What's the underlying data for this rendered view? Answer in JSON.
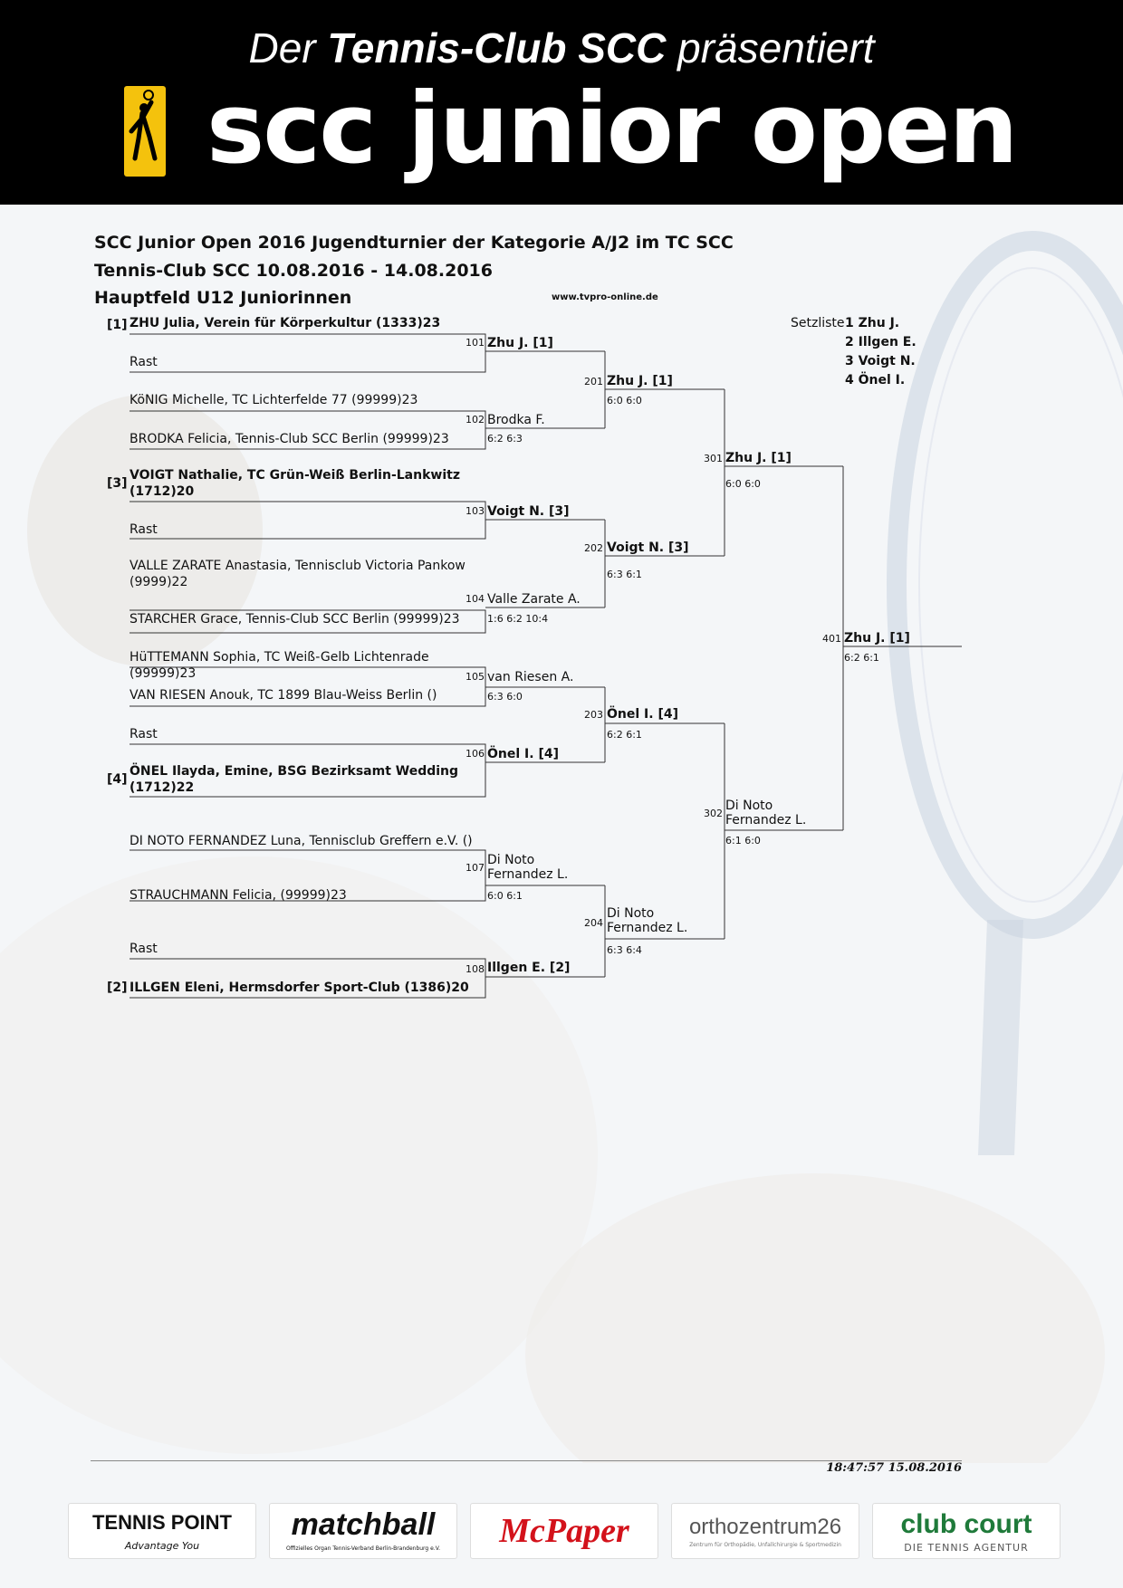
{
  "banner": {
    "subtitle_pre": "Der",
    "subtitle_em": "Tennis-Club SCC",
    "subtitle_post": "präsentiert",
    "title": "scc junior open",
    "logo_color": "#f4c20d"
  },
  "header": {
    "line1": "SCC Junior Open 2016 Jugendturnier der Kategorie A/J2 im TC SCC",
    "line2": "Tennis-Club SCC 10.08.2016 - 14.08.2016",
    "line3": "Hauptfeld U12 Juniorinnen",
    "website": "www.tvpro-online.de"
  },
  "seedlist": {
    "label": "Setzliste",
    "entries": [
      "1 Zhu J.",
      "2 Illgen E.",
      "3 Voigt N.",
      "4 Önel I."
    ]
  },
  "players": [
    {
      "seed": "[1]",
      "name": "ZHU Julia, Verein für Körperkultur (1333)23",
      "bold": true
    },
    {
      "seed": "",
      "name": "Rast",
      "bold": false
    },
    {
      "seed": "",
      "name": "KöNIG Michelle, TC Lichterfelde 77 (99999)23",
      "bold": false
    },
    {
      "seed": "",
      "name": "BRODKA Felicia, Tennis-Club SCC Berlin (99999)23",
      "bold": false
    },
    {
      "seed": "[3]",
      "name": "VOIGT Nathalie, TC Grün-Weiß Berlin-Lankwitz (1712)20",
      "bold": true
    },
    {
      "seed": "",
      "name": "Rast",
      "bold": false
    },
    {
      "seed": "",
      "name": "VALLE ZARATE Anastasia, Tennisclub Victoria Pankow (9999)22",
      "bold": false
    },
    {
      "seed": "",
      "name": "STARCHER Grace, Tennis-Club SCC Berlin (99999)23",
      "bold": false
    },
    {
      "seed": "",
      "name": "HüTTEMANN Sophia, TC Weiß-Gelb Lichtenrade (99999)23",
      "bold": false
    },
    {
      "seed": "",
      "name": "VAN RIESEN Anouk, TC 1899 Blau-Weiss Berlin ()",
      "bold": false
    },
    {
      "seed": "",
      "name": "Rast",
      "bold": false
    },
    {
      "seed": "[4]",
      "name": "ÖNEL Ilayda, Emine, BSG Bezirksamt Wedding (1712)22",
      "bold": true
    },
    {
      "seed": "",
      "name": "DI NOTO FERNANDEZ Luna, Tennisclub Greffern e.V. ()",
      "bold": false
    },
    {
      "seed": "",
      "name": "STRAUCHMANN Felicia, (99999)23",
      "bold": false
    },
    {
      "seed": "",
      "name": "Rast",
      "bold": false
    },
    {
      "seed": "[2]",
      "name": "ILLGEN Eleni, Hermsdorfer Sport-Club (1386)20",
      "bold": true
    }
  ],
  "rounds": {
    "r1": [
      {
        "num": "101",
        "winner": "Zhu J. [1]",
        "score": "",
        "bold": true
      },
      {
        "num": "102",
        "winner": "Brodka F.",
        "score": "6:2 6:3",
        "bold": false
      },
      {
        "num": "103",
        "winner": "Voigt N. [3]",
        "score": "",
        "bold": true
      },
      {
        "num": "104",
        "winner": "Valle Zarate A.",
        "score": "1:6 6:2 10:4",
        "bold": false
      },
      {
        "num": "105",
        "winner": "van Riesen A.",
        "score": "6:3 6:0",
        "bold": false
      },
      {
        "num": "106",
        "winner": "Önel I. [4]",
        "score": "",
        "bold": true
      },
      {
        "num": "107",
        "winner": "Di Noto Fernandez L.",
        "score": "6:0 6:1",
        "bold": false
      },
      {
        "num": "108",
        "winner": "Illgen E. [2]",
        "score": "",
        "bold": true
      }
    ],
    "r2": [
      {
        "num": "201",
        "winner": "Zhu J. [1]",
        "score": "6:0 6:0",
        "bold": true
      },
      {
        "num": "202",
        "winner": "Voigt N. [3]",
        "score": "6:3 6:1",
        "bold": true
      },
      {
        "num": "203",
        "winner": "Önel I. [4]",
        "score": "6:2 6:1",
        "bold": true
      },
      {
        "num": "204",
        "winner": "Di Noto Fernandez L.",
        "score": "6:3 6:4",
        "bold": false
      }
    ],
    "r3": [
      {
        "num": "301",
        "winner": "Zhu J. [1]",
        "score": "6:0 6:0",
        "bold": true
      },
      {
        "num": "302",
        "winner": "Di Noto Fernandez L.",
        "score": "6:1 6:0",
        "bold": false
      }
    ],
    "r4": [
      {
        "num": "401",
        "winner": "Zhu J. [1]",
        "score": "6:2 6:1",
        "bold": true
      }
    ]
  },
  "footer": {
    "timestamp": "18:47:57 15.08.2016"
  },
  "sponsors": [
    {
      "main": "TENNIS POINT",
      "sub": "Advantage You",
      "color": "#111111"
    },
    {
      "main": "matchball",
      "sub": "Offizielles Organ Tennis-Verband Berlin-Brandenburg e.V.",
      "color": "#111111"
    },
    {
      "main": "McPaper",
      "sub": "",
      "color": "#d3121b"
    },
    {
      "main": "orthozentrum26",
      "sub": "Zentrum für Orthopädie, Unfallchirurgie & Sportmedizin",
      "color": "#555555"
    },
    {
      "main": "club court",
      "sub": "DIE TENNIS AGENTUR",
      "color": "#1f7a3a"
    }
  ]
}
